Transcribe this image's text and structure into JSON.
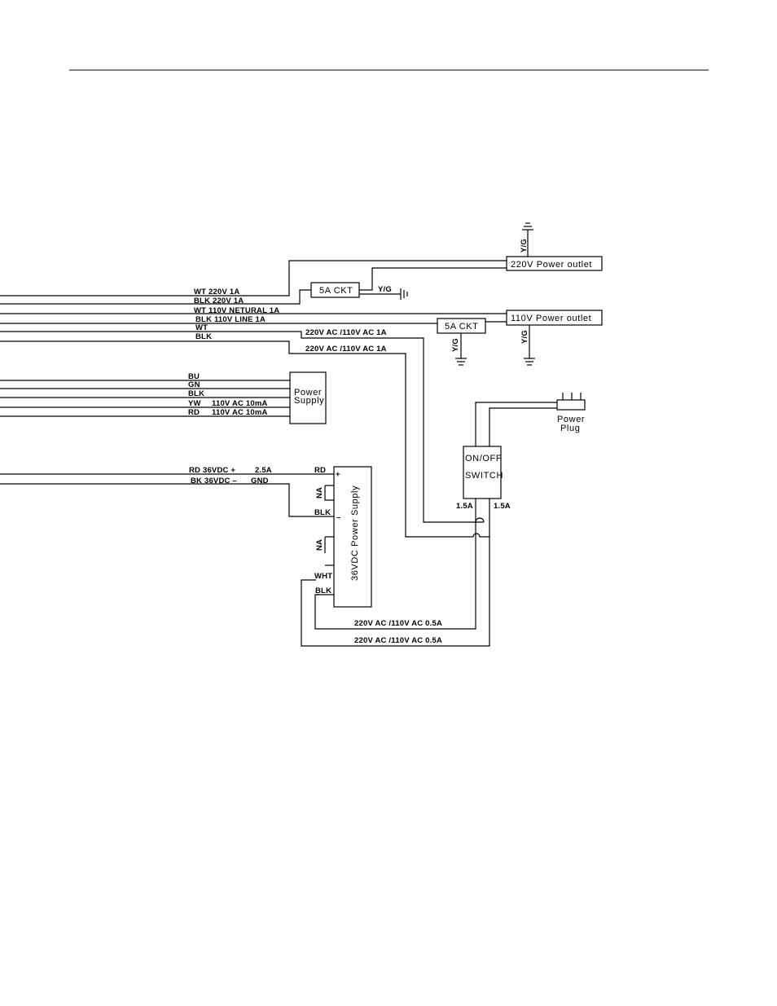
{
  "boxes": {
    "outlet_220": "220V Power outlet",
    "outlet_110": "110V Power outlet",
    "ckt_top": "5A CKT",
    "ckt_mid": "5A CKT",
    "power_supply_line1": "Power",
    "power_supply_line2": "Supply",
    "switch_line1": "ON/OFF",
    "switch_line2": "SWITCH",
    "psu_36vdc": "36VDC Power Supply",
    "plug_line1": "Power",
    "plug_line2": "Plug"
  },
  "wire_labels": {
    "wt_220": "WT 220V 1A",
    "blk_220": "BLK 220V 1A",
    "wt_110": "WT 110V NETURAL 1A",
    "blk_110": "BLK 110V LINE 1A",
    "wt": "WT",
    "blk": "BLK",
    "ac_1a_top": "220V AC /110V AC 1A",
    "ac_1a_bottom": "220V AC /110V AC 1A",
    "bu": "BU",
    "gn": "GN",
    "blk_ps": "BLK",
    "yw": "YW",
    "yw_val": "110V AC 10mA",
    "rd": "RD",
    "rd_val": "110V AC 10mA",
    "rd_36": "RD 36VDC +",
    "rd_36_val": "2.5A",
    "bk_36": "BK 36VDC –",
    "bk_36_val": "GND",
    "term_rd": "RD",
    "term_plus": "+",
    "term_na1": "NA",
    "term_blk": "BLK",
    "term_minus": "–",
    "term_na2": "NA",
    "term_wht": "WHT",
    "term_blk2": "BLK",
    "cur_left": "1.5A",
    "cur_right": "1.5A",
    "ac_05_top": "220V AC /110V AC   0.5A",
    "ac_05_bottom": "220V AC /110V AC   0.5A",
    "yg_top": "Y/G",
    "yg_ckt": "Y/G",
    "yg_ckt_mid": "Y/G",
    "yg_outlet": "Y/G"
  }
}
